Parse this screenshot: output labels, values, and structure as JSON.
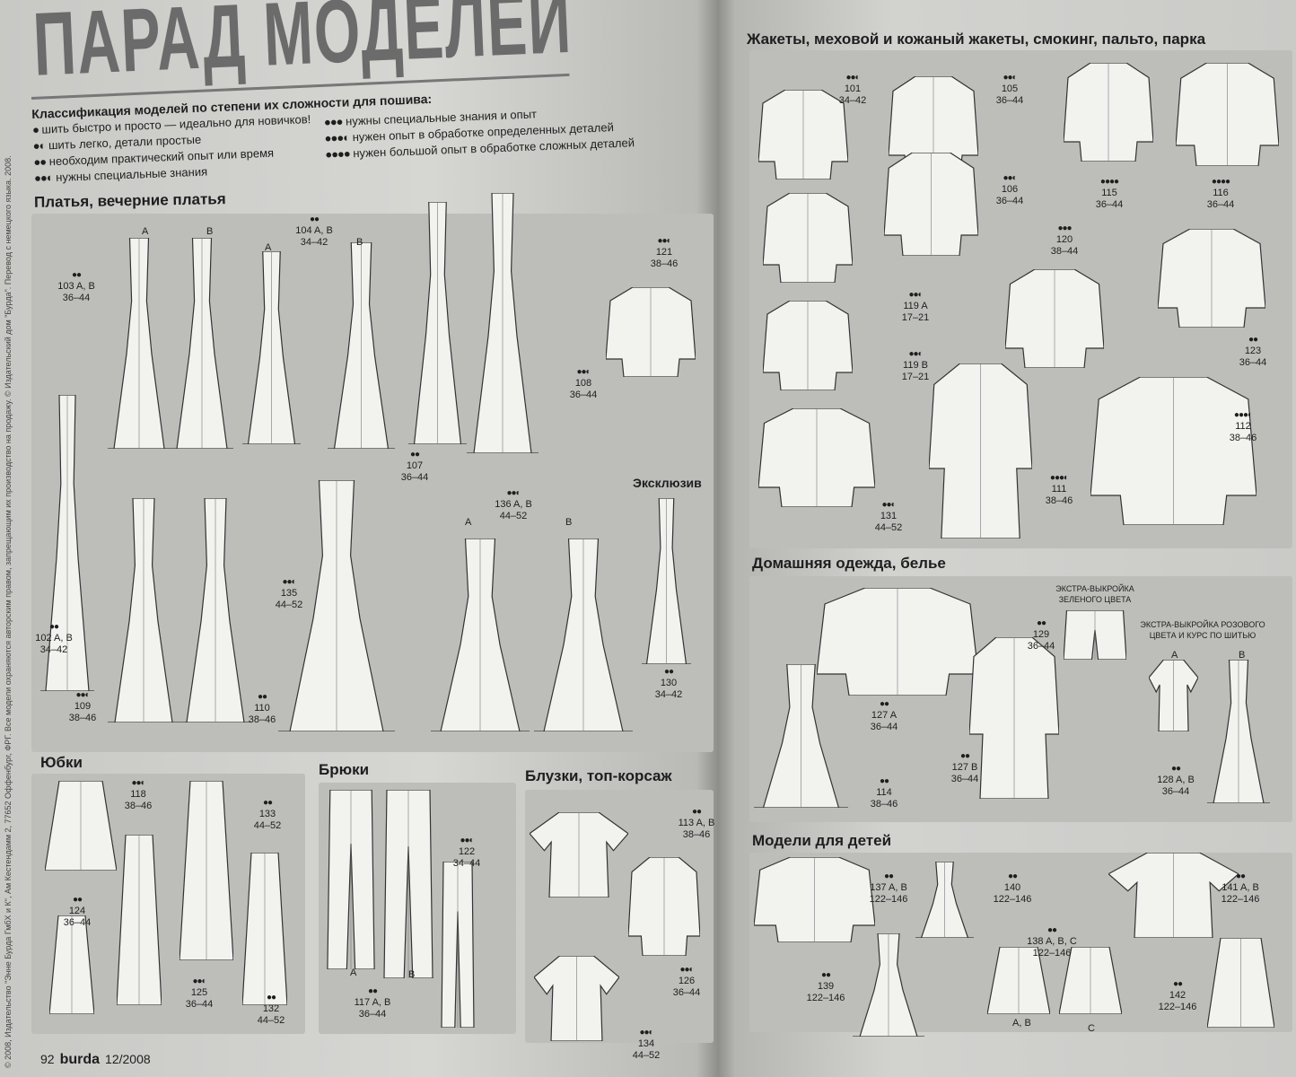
{
  "title": "ПАРАД МОДЕЛЕЙ",
  "legend": {
    "heading": "Классификация моделей по степени их сложности для пошива:",
    "items": [
      {
        "dots": "●",
        "text": "шить быстро и просто — идеально для новичков!"
      },
      {
        "dots": "●◐",
        "text": "шить легко, детали простые"
      },
      {
        "dots": "●●",
        "text": "необходим практический опыт или время"
      },
      {
        "dots": "●●◐",
        "text": "нужны специальные знания"
      },
      {
        "dots": "●●●",
        "text": "нужны специальные знания и опыт"
      },
      {
        "dots": "●●●◐",
        "text": "нужен опыт в обработке определенных деталей"
      },
      {
        "dots": "●●●●",
        "text": "нужен большой опыт в обработке сложных деталей"
      }
    ]
  },
  "sections": {
    "dresses": "Платья, вечерние платья",
    "exclusive": "Эксклюзив",
    "skirts": "Юбки",
    "trousers": "Брюки",
    "blouses": "Блузки, топ-корсаж",
    "jackets": "Жакеты, меховой и кожаный жакеты, смокинг, пальто, парка",
    "homewear": "Домашняя одежда, белье",
    "kids": "Модели для детей"
  },
  "extras": [
    {
      "line1": "ЭКСТРА-ВЫКРОЙКА",
      "line2": "ЗЕЛЕНОГО ЦВЕТА"
    },
    {
      "line1": "ЭКСТРА-ВЫКРОЙКА РОЗОВОГО",
      "line2": "ЦВЕТА И КУРС ПО ШИТЬЮ"
    }
  ],
  "models": [
    {
      "dots": "●●",
      "num": "103 A, B",
      "sizes": "36–44"
    },
    {
      "dots": "●●",
      "num": "104 A, B",
      "sizes": "34–42"
    },
    {
      "dots": "●●◐",
      "num": "121",
      "sizes": "38–46"
    },
    {
      "dots": "●●◐",
      "num": "108",
      "sizes": "36–44"
    },
    {
      "dots": "●●",
      "num": "107",
      "sizes": "36–44"
    },
    {
      "dots": "●●◐",
      "num": "136 A, B",
      "sizes": "44–52"
    },
    {
      "dots": "●●",
      "num": "102 A, B",
      "sizes": "34–42"
    },
    {
      "dots": "●●◐",
      "num": "135",
      "sizes": "44–52"
    },
    {
      "dots": "●●◐",
      "num": "109",
      "sizes": "38–46"
    },
    {
      "dots": "●●",
      "num": "110",
      "sizes": "38–46"
    },
    {
      "dots": "●●",
      "num": "130",
      "sizes": "34–42"
    },
    {
      "dots": "●●◐",
      "num": "118",
      "sizes": "38–46"
    },
    {
      "dots": "●●",
      "num": "133",
      "sizes": "44–52"
    },
    {
      "dots": "●●",
      "num": "124",
      "sizes": "36–44"
    },
    {
      "dots": "●●◐",
      "num": "125",
      "sizes": "36–44"
    },
    {
      "dots": "●●",
      "num": "132",
      "sizes": "44–52"
    },
    {
      "dots": "●●◐",
      "num": "122",
      "sizes": "34–44"
    },
    {
      "dots": "●●",
      "num": "117 A, B",
      "sizes": "36–44"
    },
    {
      "dots": "●●",
      "num": "113 A, B",
      "sizes": "38–46"
    },
    {
      "dots": "●●◐",
      "num": "126",
      "sizes": "36–44"
    },
    {
      "dots": "●●◐",
      "num": "134",
      "sizes": "44–52"
    },
    {
      "dots": "●●◐",
      "num": "101",
      "sizes": "34–42"
    },
    {
      "dots": "●●◐",
      "num": "105",
      "sizes": "36–44"
    },
    {
      "dots": "●●◐",
      "num": "106",
      "sizes": "36–44"
    },
    {
      "dots": "●●●●",
      "num": "115",
      "sizes": "36–44"
    },
    {
      "dots": "●●●●",
      "num": "116",
      "sizes": "36–44"
    },
    {
      "dots": "●●●",
      "num": "120",
      "sizes": "38–44"
    },
    {
      "dots": "●●◐",
      "num": "119 A",
      "sizes": "17–21"
    },
    {
      "dots": "●●◐",
      "num": "119 B",
      "sizes": "17–21"
    },
    {
      "dots": "●●",
      "num": "123",
      "sizes": "36–44"
    },
    {
      "dots": "●●●◐",
      "num": "112",
      "sizes": "38–46"
    },
    {
      "dots": "●●●◐",
      "num": "111",
      "sizes": "38–46"
    },
    {
      "dots": "●●◐",
      "num": "131",
      "sizes": "44–52"
    },
    {
      "dots": "●●",
      "num": "129",
      "sizes": "36–44"
    },
    {
      "dots": "●●",
      "num": "127 A",
      "sizes": "36–44"
    },
    {
      "dots": "●●",
      "num": "127 B",
      "sizes": "36–44"
    },
    {
      "dots": "●●",
      "num": "114",
      "sizes": "38–46"
    },
    {
      "dots": "●●",
      "num": "128 A, B",
      "sizes": "36–44"
    },
    {
      "dots": "●●",
      "num": "137 A, B",
      "sizes": "122–146"
    },
    {
      "dots": "●●",
      "num": "140",
      "sizes": "122–146"
    },
    {
      "dots": "●●",
      "num": "141 A, B",
      "sizes": "122–146"
    },
    {
      "dots": "●●",
      "num": "138 A, B, C",
      "sizes": "122–146"
    },
    {
      "dots": "●●",
      "num": "139",
      "sizes": "122–146"
    },
    {
      "dots": "●●",
      "num": "142",
      "sizes": "122–146"
    }
  ],
  "variant_letters": [
    "A",
    "B",
    "A",
    "B",
    "A",
    "B",
    "A",
    "B",
    "A",
    "B",
    "A, B",
    "C"
  ],
  "footer": {
    "page": "92",
    "brand": "burda",
    "issue": "12/2008"
  },
  "copyright": "© 2008, Издательство \"Энне Бурда ГмбХ и К\", Ам Кестендамм 2, 77652 Оффенбург, ФРГ. Все модели охраняются авторским правом, запрещающим их производство на продажу. © Издательский дом \"Бурда\". Перевод с немецкого языка. 2008."
}
